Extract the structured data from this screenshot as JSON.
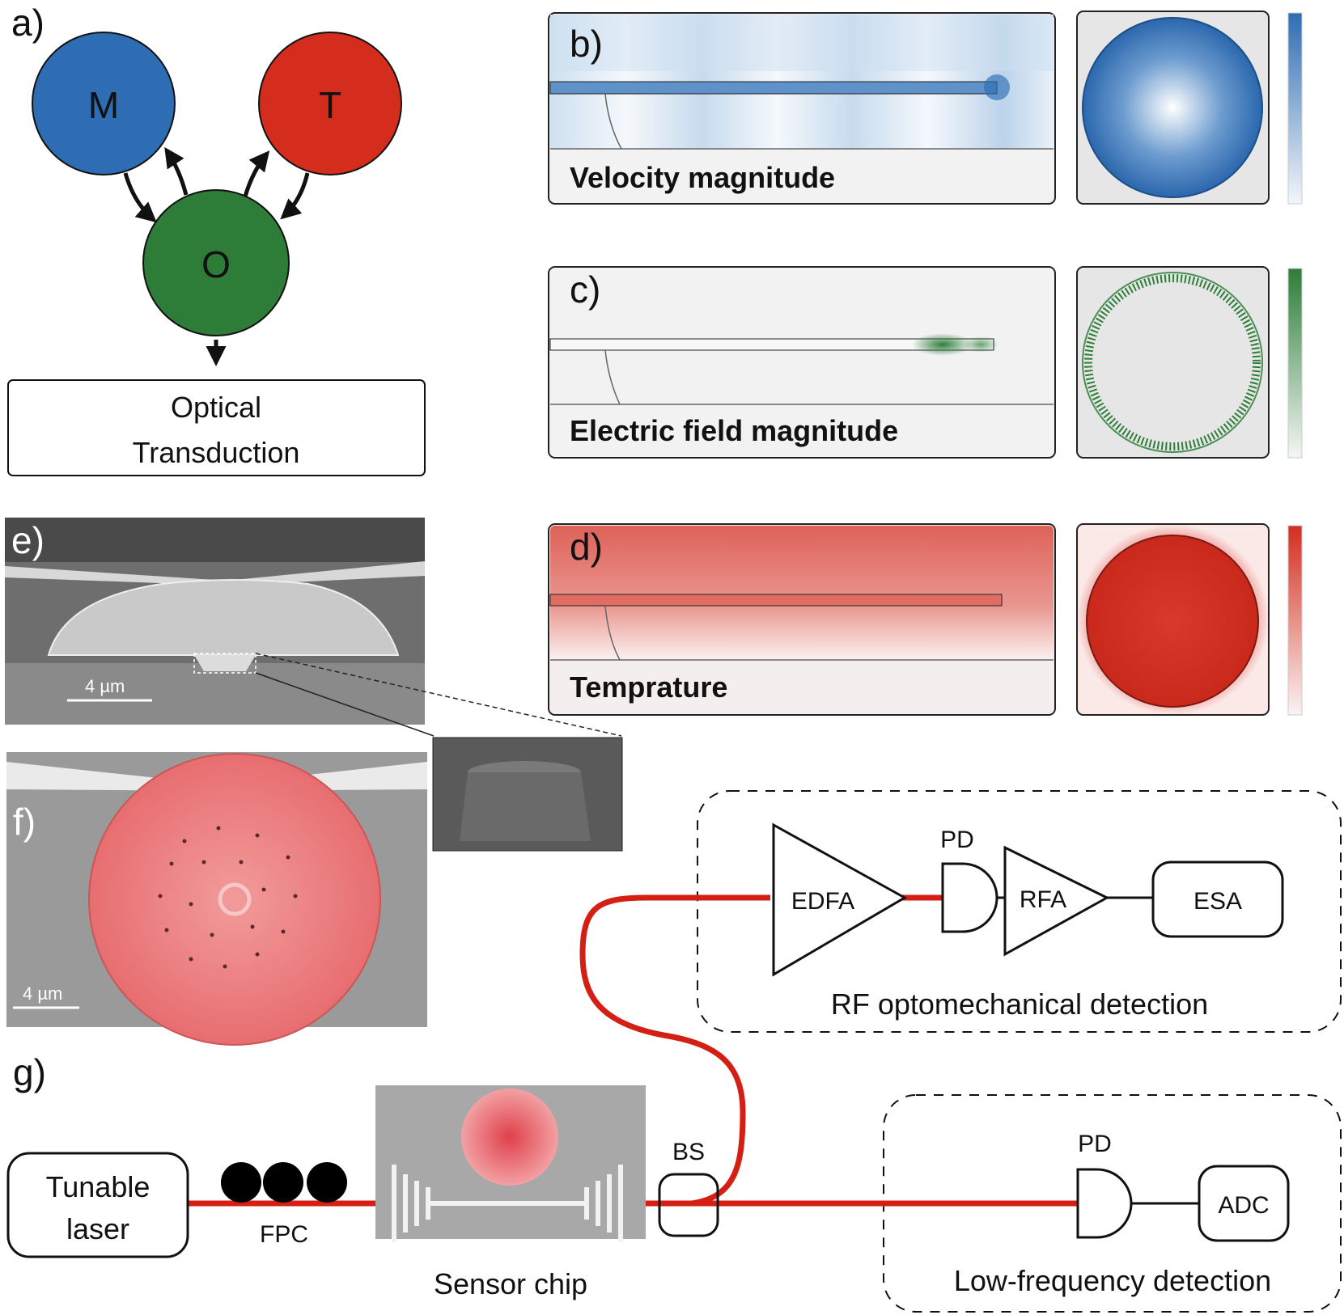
{
  "panel_labels": {
    "a": "a)",
    "b": "b)",
    "c": "c)",
    "d": "d)",
    "e": "e)",
    "f": "f)",
    "g": "g)"
  },
  "network": {
    "nodes": {
      "M": "M",
      "T": "T",
      "O": "O"
    },
    "output_box": {
      "line1": "Optical",
      "line2": "Transduction"
    }
  },
  "sims": {
    "velocity": "Velocity magnitude",
    "efield": "Electric field magnitude",
    "temperature": "Temprature"
  },
  "sem": {
    "scale_e": "4 µm",
    "scale_f": "4 µm"
  },
  "setup": {
    "laser_line1": "Tunable",
    "laser_line2": "laser",
    "fpc": "FPC",
    "chip": "Sensor chip",
    "bs": "BS",
    "edfa": "EDFA",
    "pd_top": "PD",
    "rfa": "RFA",
    "esa": "ESA",
    "rf_group": "RF optomechanical detection",
    "pd_bottom": "PD",
    "adc": "ADC",
    "lf_group": "Low-frequency detection"
  },
  "colors": {
    "mechanical": "#2e6db4",
    "thermal": "#d42d1e",
    "optical": "#2d7d39",
    "fiber": "#d51e14",
    "sem_highlight": "#e8787a"
  }
}
